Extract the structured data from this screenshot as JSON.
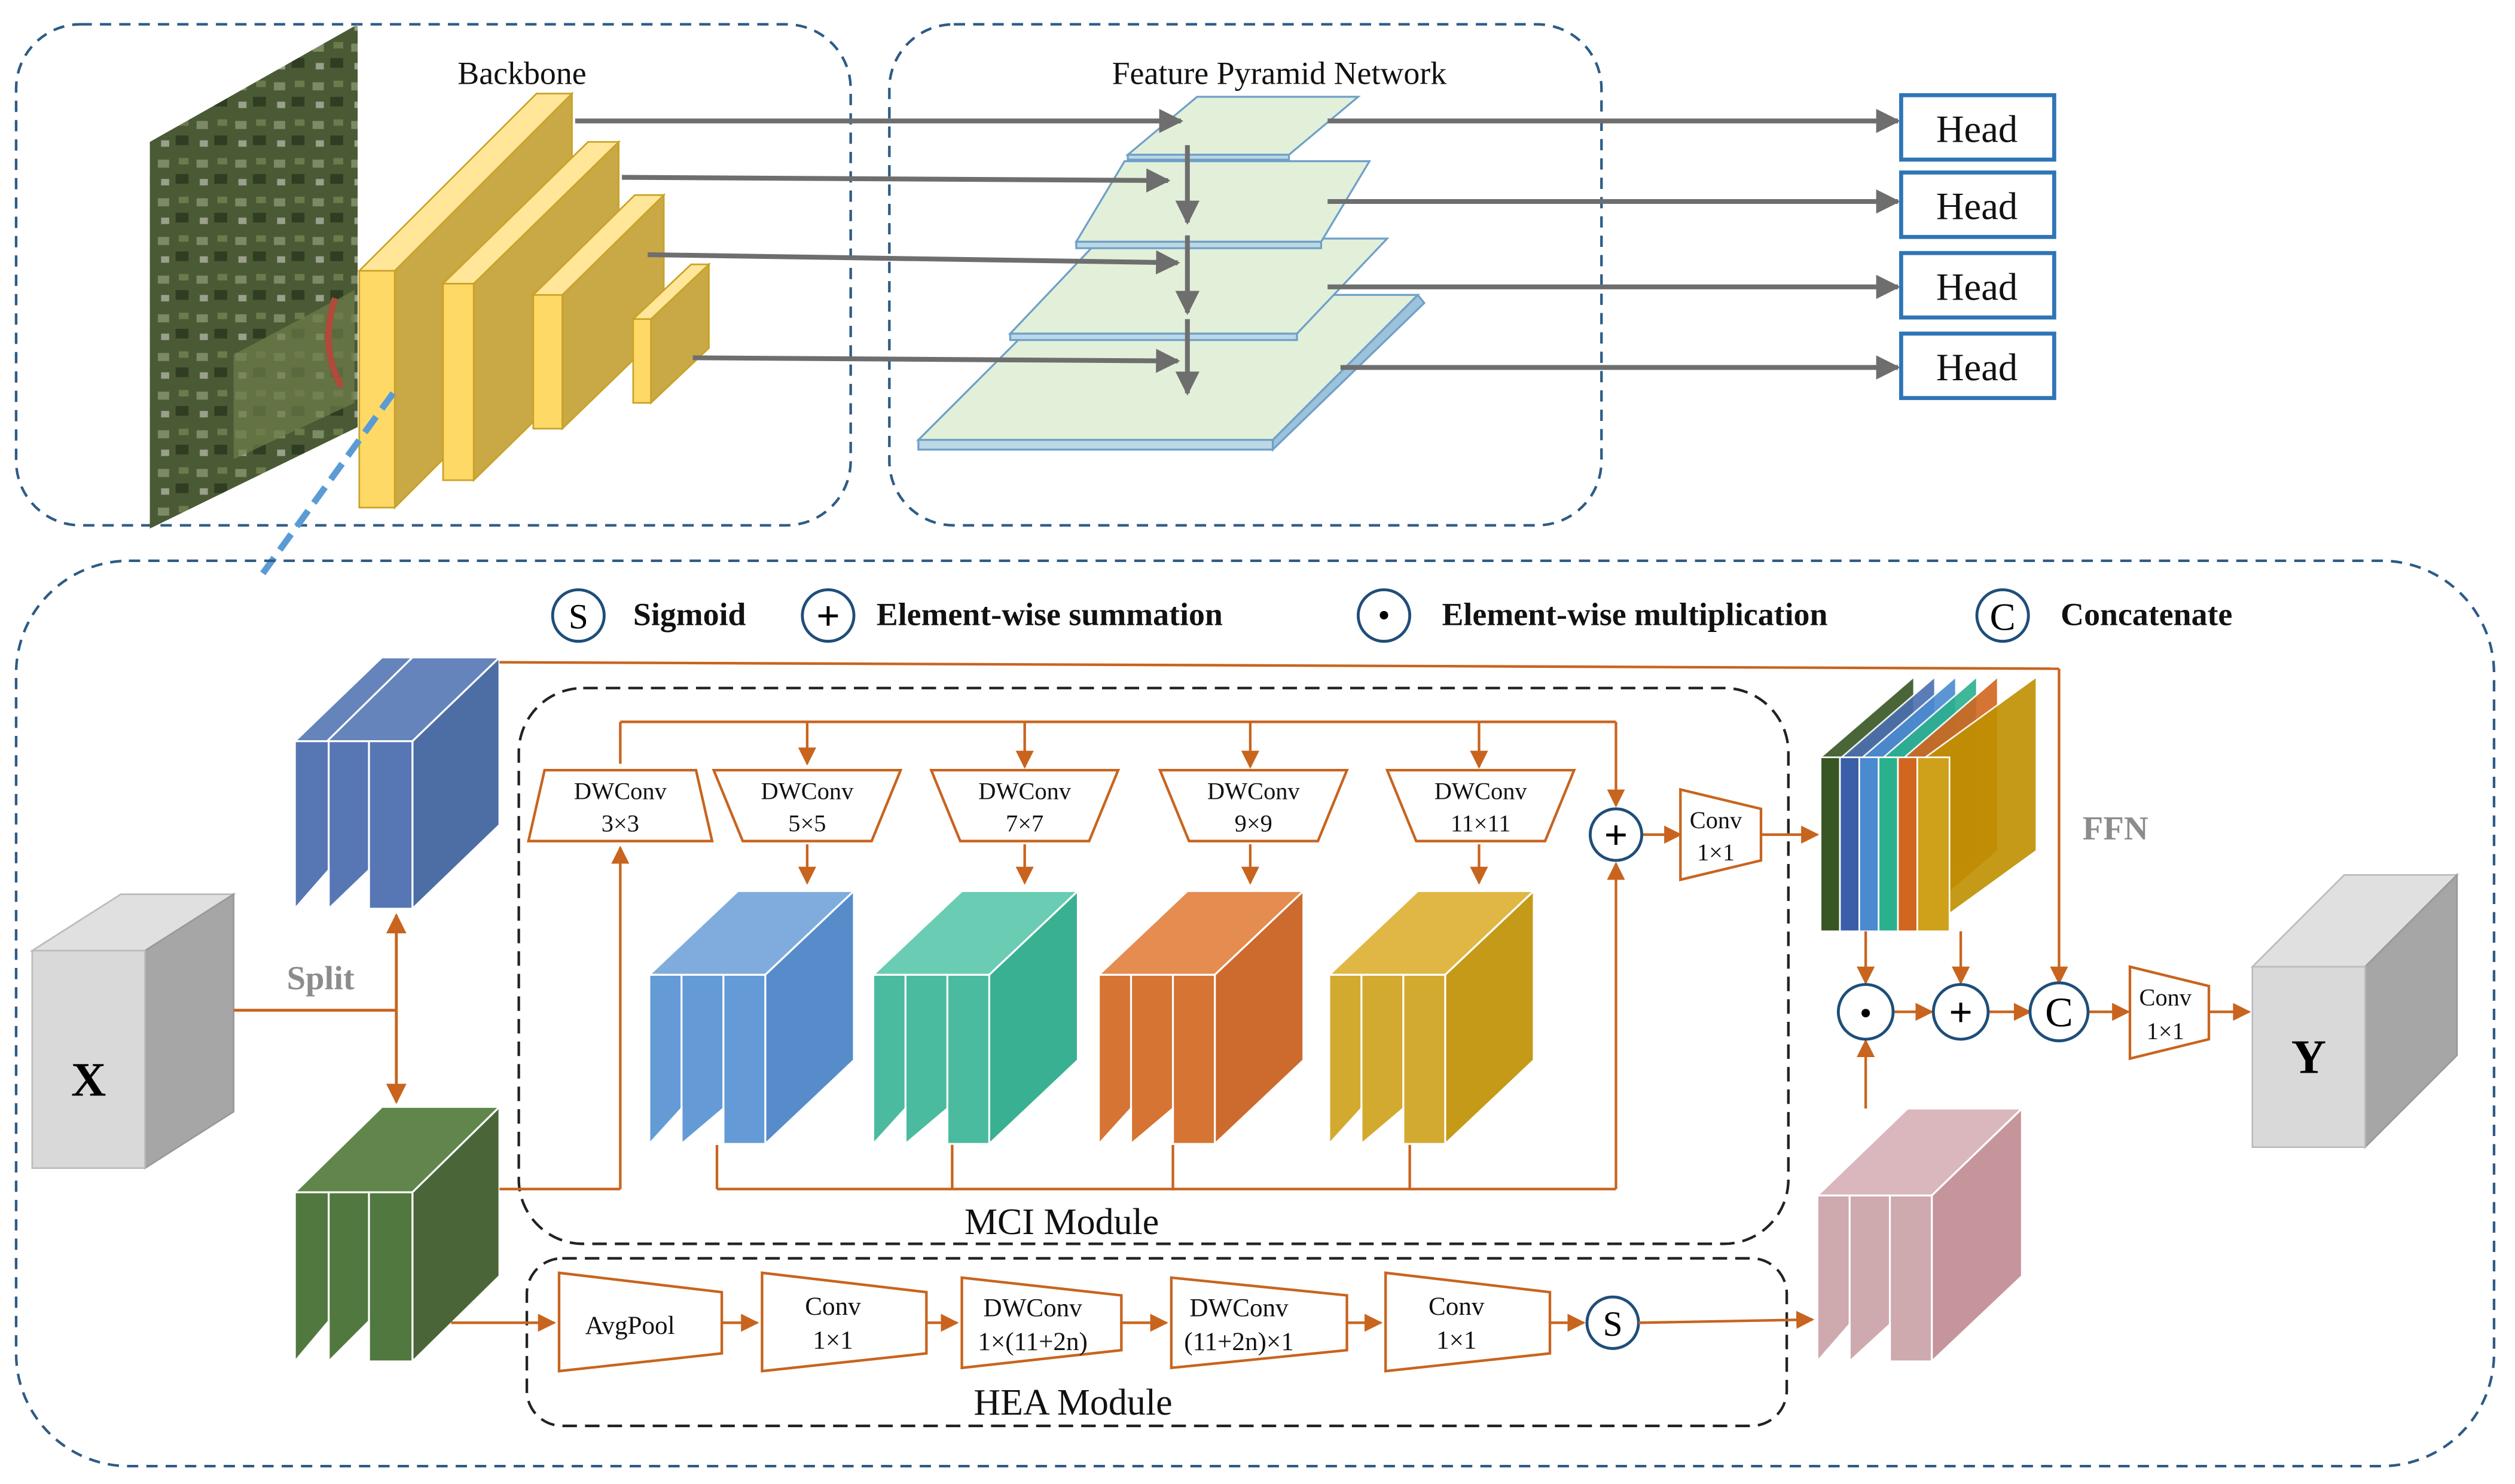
{
  "top": {
    "backbone_label": "Backbone",
    "fpn_label": "Feature Pyramid Network",
    "heads": [
      "Head",
      "Head",
      "Head",
      "Head"
    ]
  },
  "legend": {
    "sigmoid_symbol": "S",
    "sigmoid_label": "Sigmoid",
    "sum_symbol": "+",
    "sum_label": "Element-wise summation",
    "mul_symbol": "•",
    "mul_label": "Element-wise multiplication",
    "concat_symbol": "C",
    "concat_label": "Concatenate"
  },
  "module": {
    "input_label": "X",
    "output_label": "Y",
    "split_label": "Split",
    "ffn_label": "FFN",
    "mci_label": "MCI Module",
    "hea_label": "HEA Module",
    "dwconvs": [
      {
        "name": "DWConv",
        "size": "3×3"
      },
      {
        "name": "DWConv",
        "size": "5×5"
      },
      {
        "name": "DWConv",
        "size": "7×7"
      },
      {
        "name": "DWConv",
        "size": "9×9"
      },
      {
        "name": "DWConv",
        "size": "11×11"
      }
    ],
    "mci_conv": {
      "name": "Conv",
      "size": "1×1"
    },
    "out_conv": {
      "name": "Conv",
      "size": "1×1"
    },
    "hea_blocks": [
      {
        "name": "AvgPool",
        "size": ""
      },
      {
        "name": "Conv",
        "size": "1×1"
      },
      {
        "name": "DWConv",
        "size": "1×(11+2n)"
      },
      {
        "name": "DWConv",
        "size": "(11+2n)×1"
      },
      {
        "name": "Conv",
        "size": "1×1"
      }
    ],
    "hea_sigmoid": "S",
    "op_mul": "•",
    "op_sum": "+",
    "op_concat": "C",
    "mci_sum": "+"
  },
  "colors": {
    "arrow_orange": "#c8641e",
    "dashed_blue": "#2e5b85",
    "head_border": "#2e75b6",
    "fpn_fill": "#e2f0d9",
    "backbone_fill": "#ffd966",
    "blue_feature": "#2f5496",
    "green_feature": "#375623",
    "pink_feature": "#c9a0a6"
  }
}
